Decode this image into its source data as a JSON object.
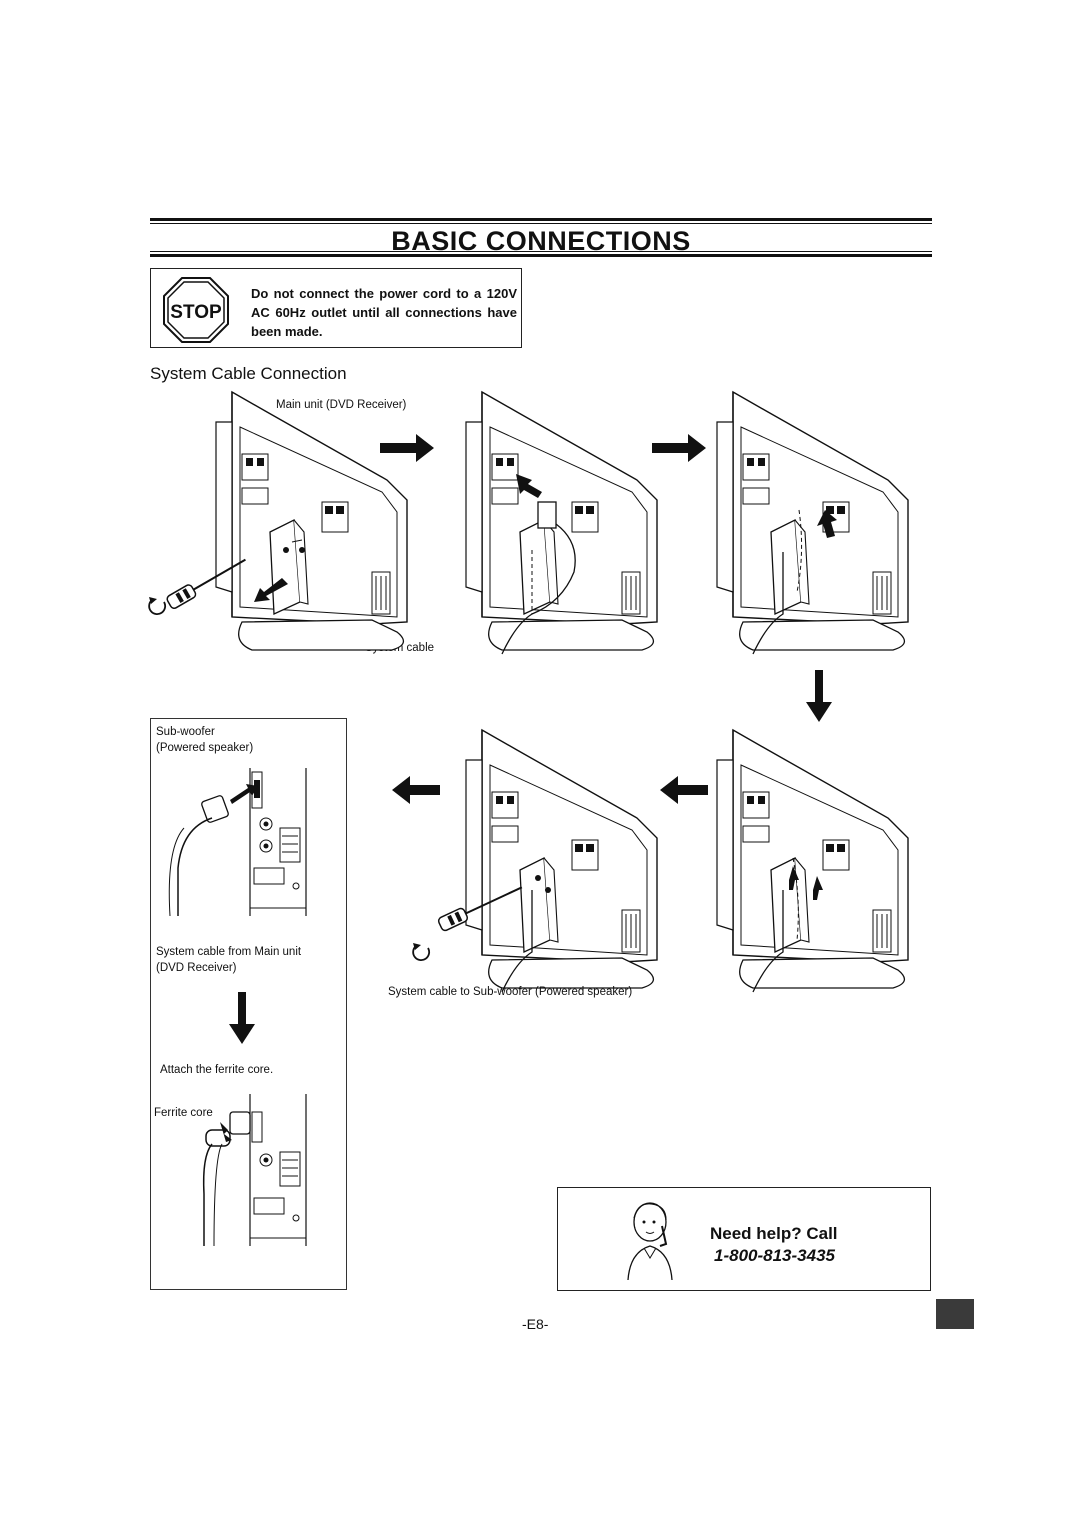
{
  "title": "BASIC CONNECTIONS",
  "warning": {
    "sign_text": "STOP",
    "text": "Do not connect the power cord to a 120V AC 60Hz outlet until all connections have been made."
  },
  "section": {
    "heading": "System Cable Connection"
  },
  "labels": {
    "main_unit": "Main unit (DVD Receiver)",
    "system_cable": "System cable",
    "subwoofer_line1": "Sub-woofer",
    "subwoofer_line2": "(Powered speaker)",
    "cable_from_main_line1": "System cable from Main unit",
    "cable_from_main_line2": "(DVD Receiver)",
    "attach_ferrite": "Attach the ferrite core.",
    "ferrite_core": "Ferrite core",
    "cable_to_subwoofer": "System cable to Sub-woofer (Powered speaker)"
  },
  "help": {
    "title": "Need help? Call",
    "phone": "1-800-813-3435"
  },
  "page_number": "-E8-",
  "icons": [
    "stop-sign-icon",
    "screwdriver-icon",
    "rotate-icon",
    "arrow-right-icon",
    "arrow-down-icon",
    "arrow-left-icon",
    "person-phone-icon"
  ]
}
